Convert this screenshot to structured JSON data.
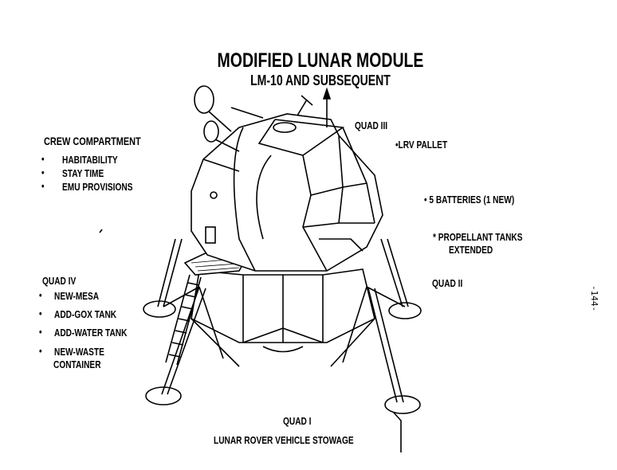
{
  "title": "MODIFIED LUNAR MODULE",
  "subtitle": "LM-10 AND SUBSEQUENT",
  "quad3": {
    "label": "QUAD III",
    "items": [
      "•LRV PALLET"
    ]
  },
  "crew": {
    "label": "CREW COMPARTMENT",
    "items": [
      "HABITABILITY",
      "STAY TIME",
      "EMU PROVISIONS"
    ]
  },
  "right": {
    "batteries": "• 5 BATTERIES (1 NEW)",
    "propellant_1": "* PROPELLANT TANKS",
    "propellant_2": "EXTENDED"
  },
  "quad2": {
    "label": "QUAD II"
  },
  "quad4": {
    "label": "QUAD IV",
    "items": [
      "NEW-MESA",
      "ADD-GOX TANK",
      "ADD-WATER TANK",
      "NEW-WASTE",
      "CONTAINER"
    ]
  },
  "quad1": {
    "label": "QUAD I",
    "description": "LUNAR ROVER VEHICLE STOWAGE"
  },
  "page_number": "-144-",
  "bullet": "•"
}
